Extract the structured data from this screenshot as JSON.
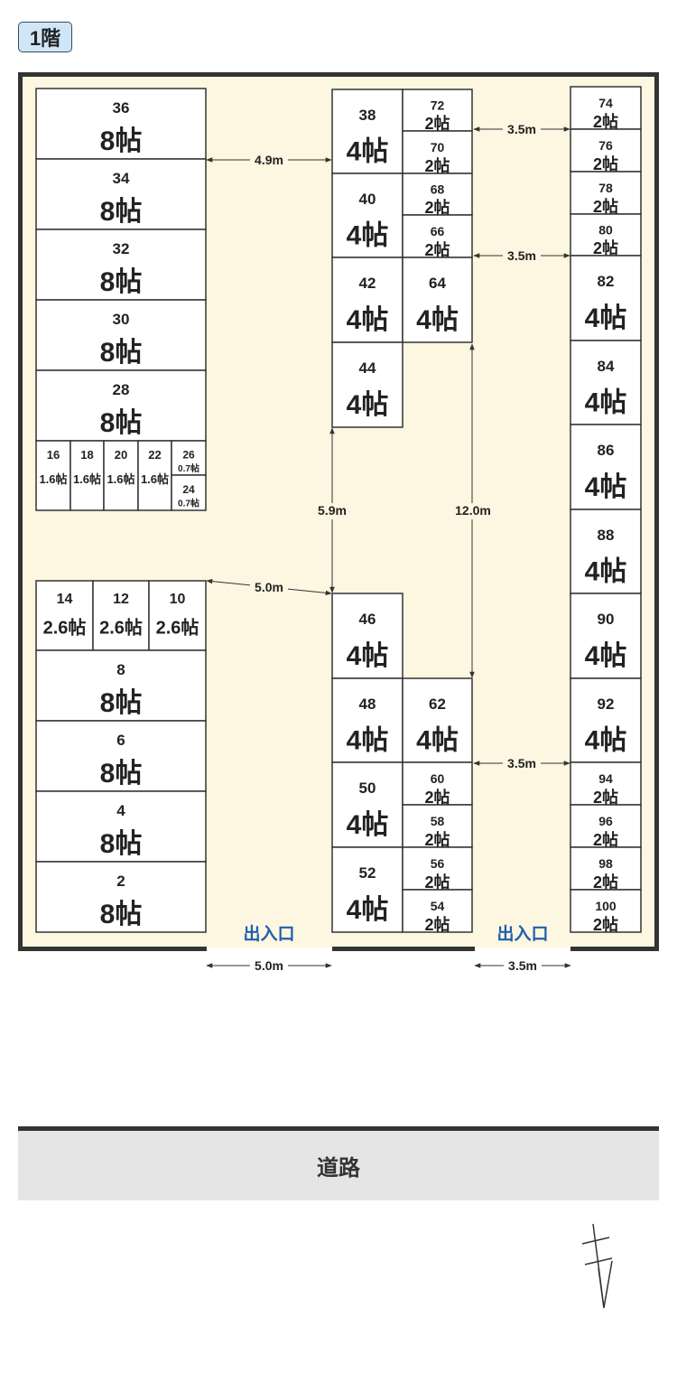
{
  "floor_label": "1階",
  "road_label": "道路",
  "entrance_label": "出入口",
  "colors": {
    "floor": "#fdf6e1",
    "wall": "#333333",
    "unit_border": "#333333",
    "entrance_text": "#1f5fae",
    "badge_bg": "#cfe6f7"
  },
  "compass": {
    "icon": "north-arrow-icon"
  },
  "units": [
    {
      "id": "36",
      "size": "8帖"
    },
    {
      "id": "34",
      "size": "8帖"
    },
    {
      "id": "32",
      "size": "8帖"
    },
    {
      "id": "30",
      "size": "8帖"
    },
    {
      "id": "28",
      "size": "8帖"
    },
    {
      "id": "16",
      "size": "1.6帖"
    },
    {
      "id": "18",
      "size": "1.6帖"
    },
    {
      "id": "20",
      "size": "1.6帖"
    },
    {
      "id": "22",
      "size": "1.6帖"
    },
    {
      "id": "26",
      "size": "0.7帖"
    },
    {
      "id": "24",
      "size": "0.7帖"
    },
    {
      "id": "14",
      "size": "2.6帖"
    },
    {
      "id": "12",
      "size": "2.6帖"
    },
    {
      "id": "10",
      "size": "2.6帖"
    },
    {
      "id": "8",
      "size": "8帖"
    },
    {
      "id": "6",
      "size": "8帖"
    },
    {
      "id": "4",
      "size": "8帖"
    },
    {
      "id": "2",
      "size": "8帖"
    },
    {
      "id": "38",
      "size": "4帖"
    },
    {
      "id": "40",
      "size": "4帖"
    },
    {
      "id": "42",
      "size": "4帖"
    },
    {
      "id": "44",
      "size": "4帖"
    },
    {
      "id": "72",
      "size": "2帖"
    },
    {
      "id": "70",
      "size": "2帖"
    },
    {
      "id": "68",
      "size": "2帖"
    },
    {
      "id": "66",
      "size": "2帖"
    },
    {
      "id": "64",
      "size": "4帖"
    },
    {
      "id": "46",
      "size": "4帖"
    },
    {
      "id": "48",
      "size": "4帖"
    },
    {
      "id": "50",
      "size": "4帖"
    },
    {
      "id": "52",
      "size": "4帖"
    },
    {
      "id": "62",
      "size": "4帖"
    },
    {
      "id": "60",
      "size": "2帖"
    },
    {
      "id": "58",
      "size": "2帖"
    },
    {
      "id": "56",
      "size": "2帖"
    },
    {
      "id": "54",
      "size": "2帖"
    },
    {
      "id": "74",
      "size": "2帖"
    },
    {
      "id": "76",
      "size": "2帖"
    },
    {
      "id": "78",
      "size": "2帖"
    },
    {
      "id": "80",
      "size": "2帖"
    },
    {
      "id": "82",
      "size": "4帖"
    },
    {
      "id": "84",
      "size": "4帖"
    },
    {
      "id": "86",
      "size": "4帖"
    },
    {
      "id": "88",
      "size": "4帖"
    },
    {
      "id": "90",
      "size": "4帖"
    },
    {
      "id": "92",
      "size": "4帖"
    },
    {
      "id": "94",
      "size": "2帖"
    },
    {
      "id": "96",
      "size": "2帖"
    },
    {
      "id": "98",
      "size": "2帖"
    },
    {
      "id": "100",
      "size": "2帖"
    }
  ],
  "dimensions": [
    "4.9m",
    "3.5m",
    "3.5m",
    "5.9m",
    "12.0m",
    "5.0m",
    "3.5m",
    "5.0m",
    "3.5m"
  ]
}
